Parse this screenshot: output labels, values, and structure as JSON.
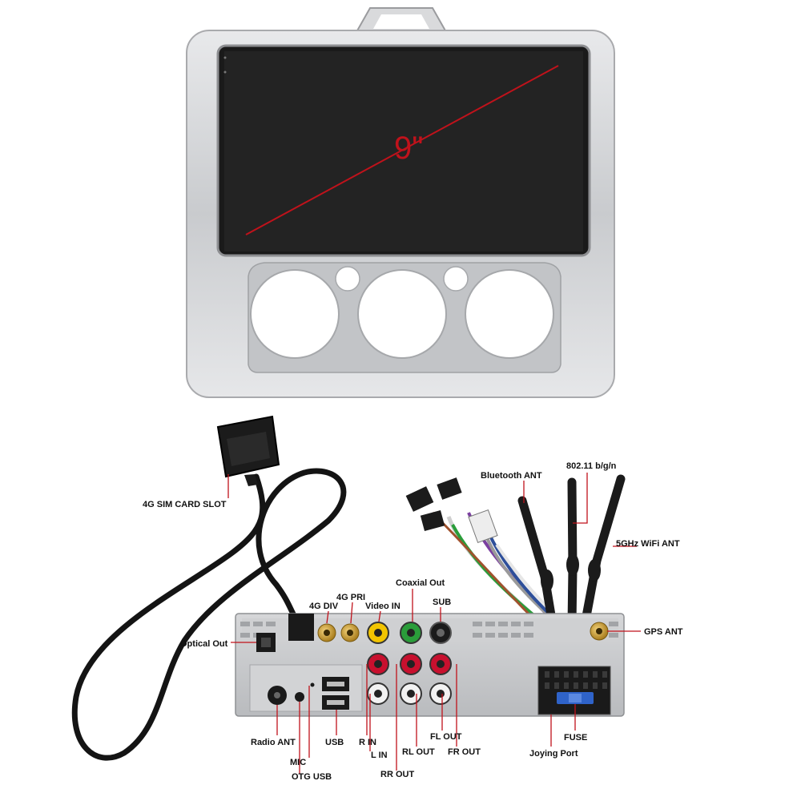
{
  "screen": {
    "size_label": "9\""
  },
  "labels": {
    "sim_slot": "4G SIM CARD SLOT",
    "bluetooth_ant": "Bluetooth ANT",
    "wifi_24": "802.11 b/g/n",
    "wifi_5": "5GHz WiFi ANT",
    "coaxial_out": "Coaxial Out",
    "pri_4g": "4G PRI",
    "div_4g": "4G DIV",
    "video_in": "Video IN",
    "sub": "SUB",
    "gps_ant": "GPS ANT",
    "optical_out": "Optical Out",
    "radio_ant": "Radio ANT",
    "mic": "MIC",
    "otg_usb": "OTG USB",
    "usb": "USB",
    "r_in": "R IN",
    "l_in": "L IN",
    "rl_out": "RL OUT",
    "rr_out": "RR OUT",
    "fl_out": "FL OUT",
    "fr_out": "FR OUT",
    "fuse": "FUSE",
    "joying_port": "Joying Port"
  },
  "colors": {
    "bezel": "#cfd0d2",
    "screen": "#1a1a1a",
    "leader": "#c0121b",
    "rca_red": "#c8102e",
    "rca_white": "#f2f2f2",
    "rca_yellow": "#f2c400",
    "rca_green": "#2a9d3a",
    "antenna_gold": "#c9a23a",
    "fuse_blue": "#2f63c9"
  }
}
